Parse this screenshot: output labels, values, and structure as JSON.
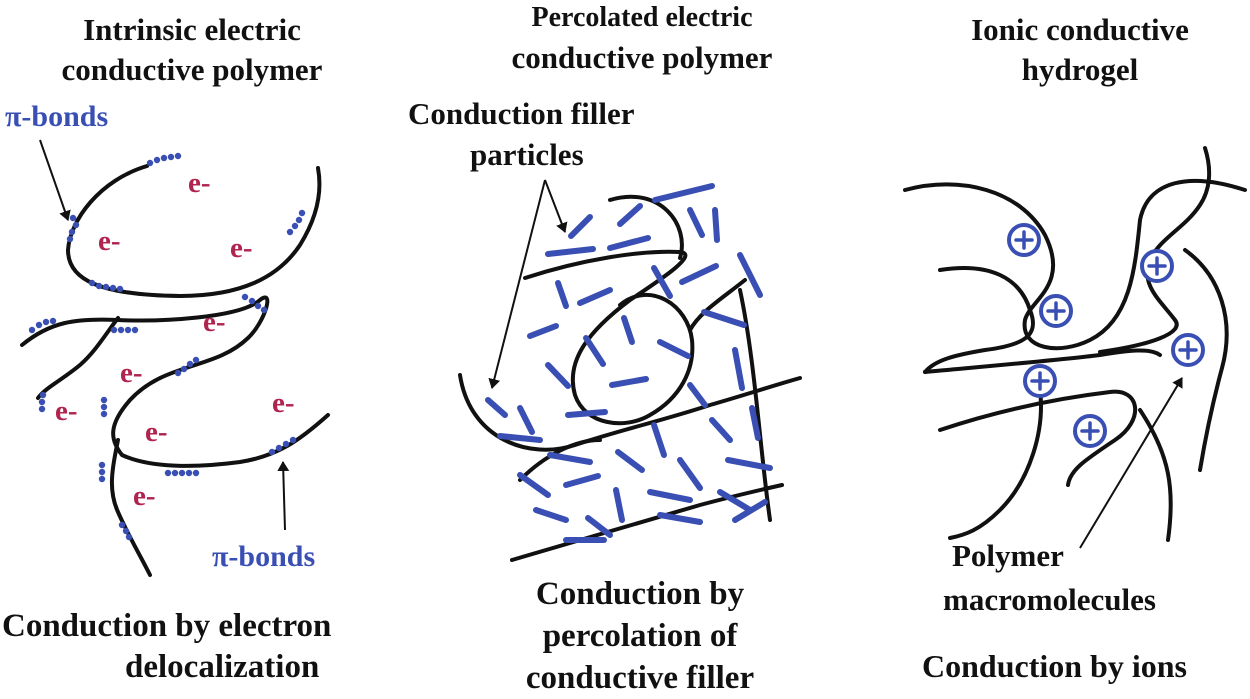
{
  "panels": [
    {
      "title_line1": "Intrinsic electric",
      "title_line2": "conductive polymer",
      "pi_label_top": "π-bonds",
      "pi_label_bottom": "π-bonds",
      "electron_label": "e-",
      "caption_line1": "Conduction by electron",
      "caption_line2": "delocalization"
    },
    {
      "title_line1": "Percolated electric",
      "title_line2": "conductive polymer",
      "filler_label_line1": "Conduction filler",
      "filler_label_line2": "particles",
      "caption_line1": "Conduction by",
      "caption_line2": "percolation of",
      "caption_line3": "conductive filler"
    },
    {
      "title_line1": "Ionic conductive",
      "title_line2": "hydrogel",
      "ion_symbol": "+",
      "macro_label_line1": "Polymer",
      "macro_label_line2": "macromolecules",
      "caption_line1": "Conduction by ions"
    }
  ],
  "colors": {
    "chain": "#111111",
    "pi_bonds": "#3a4fb3",
    "electrons": "#b0254f",
    "filler": "#3a4fb3",
    "ions": "#3a4fb3"
  }
}
